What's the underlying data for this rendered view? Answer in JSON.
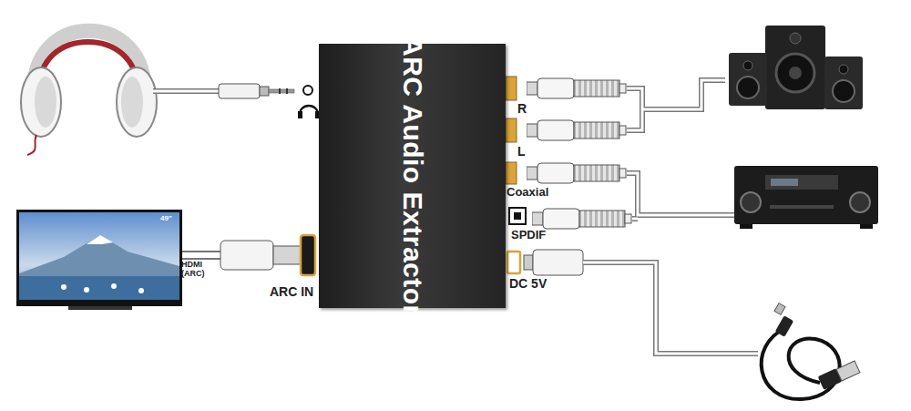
{
  "diagram": {
    "nodes": [
      {
        "text": [
          "ARC Audio Extractor"
        ]
      }
    ],
    "labels": [
      "R",
      "L",
      "Coaxial",
      "SPDIF",
      "DC 5V",
      "HDMI (ARC)",
      "ARC IN",
      "49\""
    ]
  }
}
